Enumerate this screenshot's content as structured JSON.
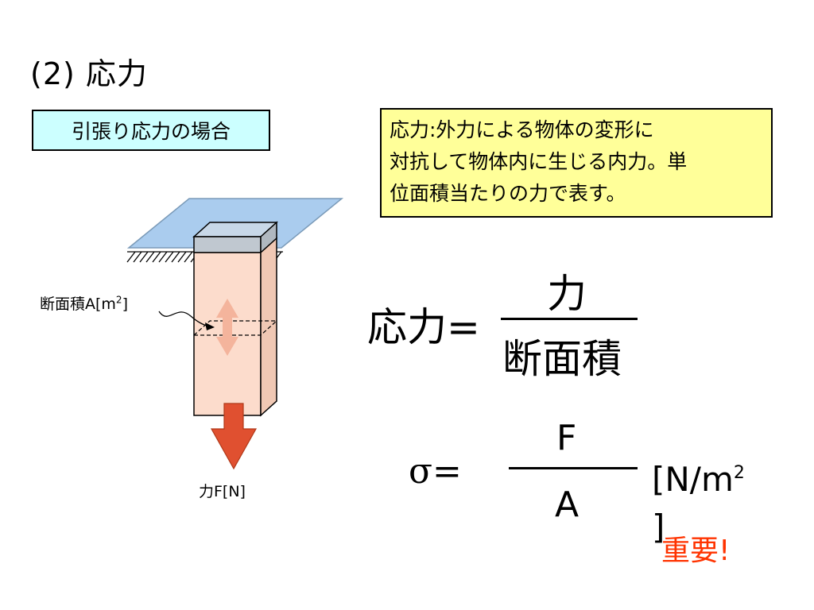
{
  "title": "(2) 応力",
  "case_label": "引張り応力の場合",
  "definition": {
    "line1": "応力:外力による物体の変形に",
    "line2": "対抗して物体内に生じる内力。単",
    "line3": "位面積当たりの力で表す。"
  },
  "diagram": {
    "area_label_prefix": "断面積A[m",
    "area_label_exp": "2",
    "area_label_suffix": "]",
    "force_label": "力F[N]"
  },
  "formula1": {
    "lhs": "応力=",
    "numerator": "力",
    "denominator": "断面積"
  },
  "formula2": {
    "lhs": "σ=",
    "numerator": "F",
    "denominator": "A",
    "unit_prefix": "[N/m",
    "unit_exp": "2",
    "unit_suffix": "]"
  },
  "important_note": "重要!",
  "colors": {
    "case_box_bg": "#ccffff",
    "definition_box_bg": "#ffff99",
    "plate": "#aaccee",
    "bar_front": "#fcdccc",
    "arrow_force": "#e05030",
    "arrow_stress": "#f4b49c",
    "important_text": "#ff3300"
  }
}
